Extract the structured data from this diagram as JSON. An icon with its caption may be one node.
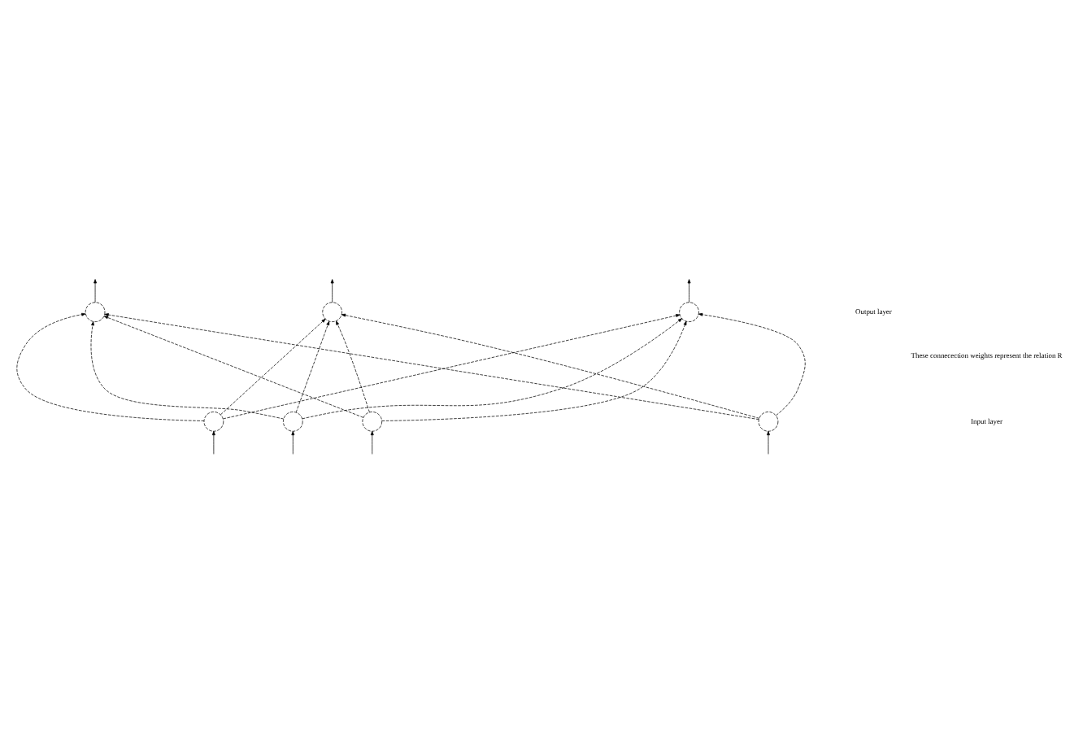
{
  "diagram": {
    "nodes": [
      {
        "text": [],
        "shape": "circle"
      },
      {
        "text": [],
        "shape": "circle"
      },
      {
        "text": [],
        "shape": "circle"
      },
      {
        "text": [],
        "shape": "circle"
      },
      {
        "text": [],
        "shape": "circle"
      },
      {
        "text": [],
        "shape": "circle"
      },
      {
        "text": [],
        "shape": "circle"
      }
    ],
    "edges": [
      {
        "from": 3,
        "to": 0,
        "arrow": "to",
        "style": "dashed"
      },
      {
        "from": 3,
        "to": 1,
        "arrow": "to",
        "style": "dashed"
      },
      {
        "from": 3,
        "to": 2,
        "arrow": "to",
        "style": "dashed"
      },
      {
        "from": 4,
        "to": 0,
        "arrow": "to",
        "style": "dashed"
      },
      {
        "from": 4,
        "to": 1,
        "arrow": "to",
        "style": "dashed"
      },
      {
        "from": 4,
        "to": 2,
        "arrow": "to",
        "style": "dashed"
      },
      {
        "from": 5,
        "to": 0,
        "arrow": "to",
        "style": "dashed"
      },
      {
        "from": 5,
        "to": 1,
        "arrow": "to",
        "style": "dashed"
      },
      {
        "from": 5,
        "to": 2,
        "arrow": "to",
        "style": "dashed"
      },
      {
        "from": 6,
        "to": 0,
        "arrow": "to",
        "style": "dashed"
      },
      {
        "from": 6,
        "to": 1,
        "arrow": "to",
        "style": "dashed"
      },
      {
        "from": 6,
        "to": 2,
        "arrow": "to",
        "style": "dashed"
      },
      {
        "from": 0,
        "to": null,
        "arrow": "to"
      },
      {
        "from": 1,
        "to": null,
        "arrow": "to"
      },
      {
        "from": 2,
        "to": null,
        "arrow": "to"
      },
      {
        "from": null,
        "to": 3,
        "arrow": "to"
      },
      {
        "from": null,
        "to": 4,
        "arrow": "to"
      },
      {
        "from": null,
        "to": 5,
        "arrow": "to"
      },
      {
        "from": null,
        "to": 6,
        "arrow": "to"
      }
    ],
    "labels": [
      "Output layer",
      "These connecection weights represent the relation R",
      "Input layer"
    ]
  }
}
